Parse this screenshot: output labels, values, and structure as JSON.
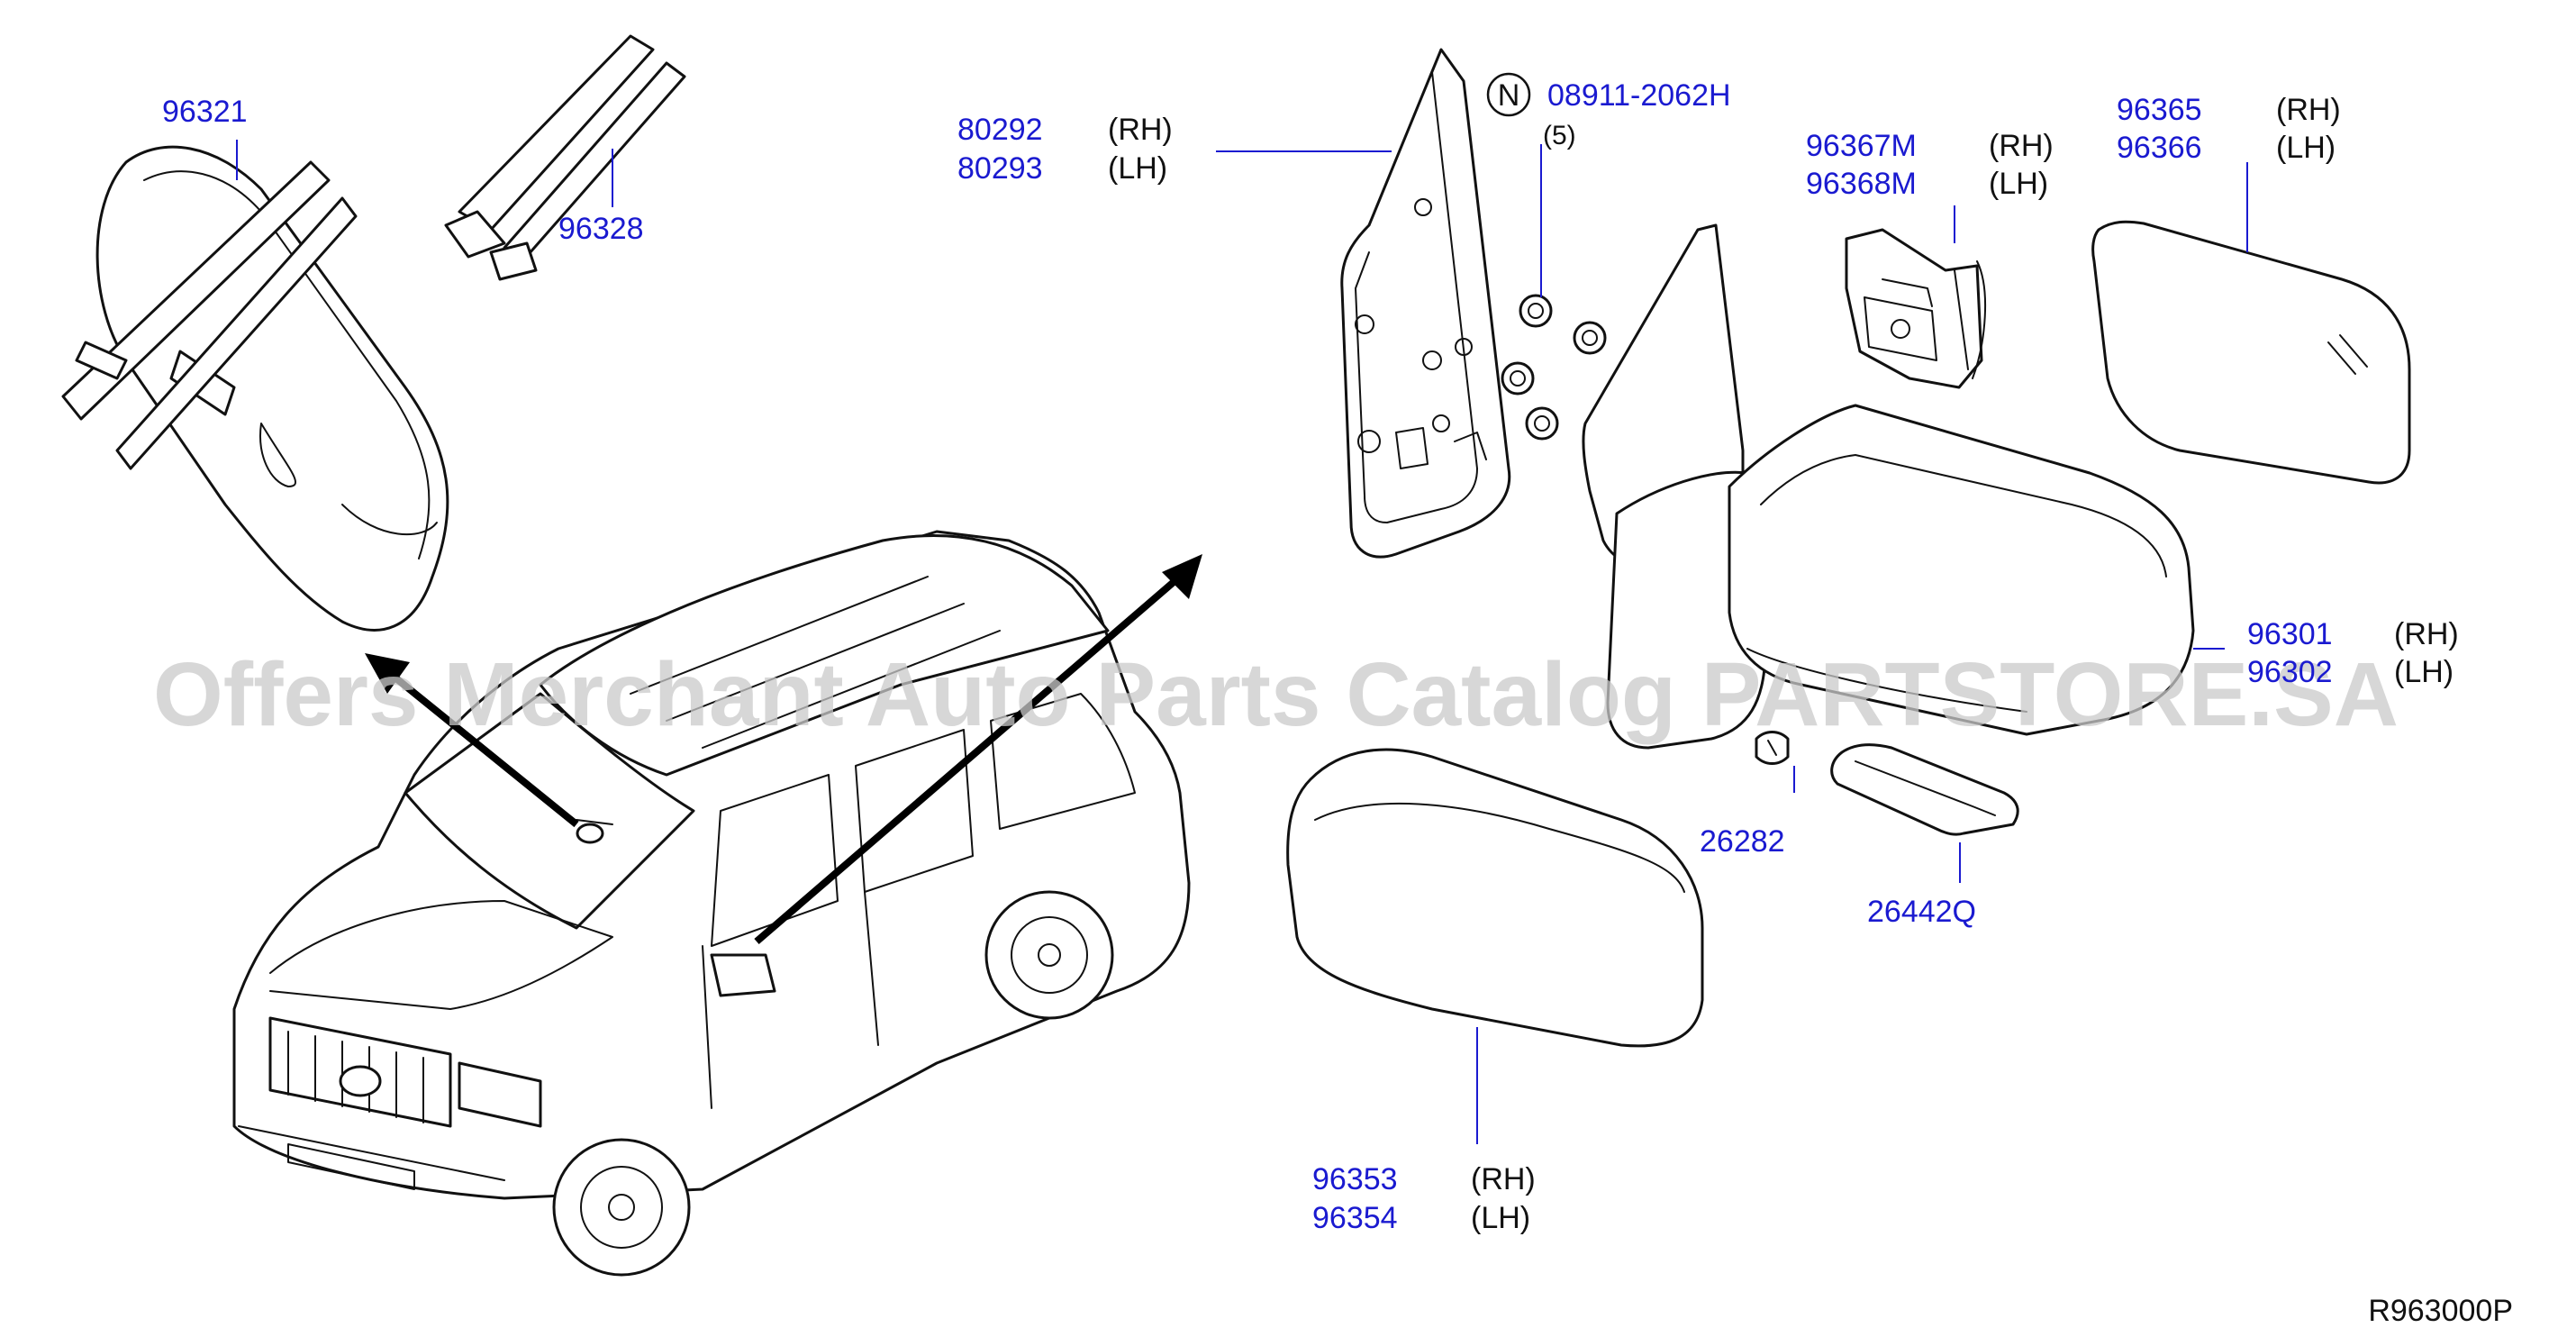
{
  "diagram": {
    "reference_code": "R963000P",
    "watermark": "Offers Merchant Auto Parts Catalog PARTSTORE.SA",
    "colors": {
      "part_number": "#1a1ad0",
      "line": "#111111",
      "watermark": "#c9c9c9"
    },
    "callouts": {
      "inside_mirror": {
        "number": "96321"
      },
      "mirror_bracket": {
        "number": "96328"
      },
      "base_plate": {
        "number_rh": "80292",
        "side_rh": "(RH)",
        "number_lh": "80293",
        "side_lh": "(LH)"
      },
      "nut": {
        "symbol": "N",
        "number": "08911-2062H",
        "quantity": "(5)"
      },
      "actuator": {
        "number_rh": "96367M",
        "side_rh": "(RH)",
        "number_lh": "96368M",
        "side_lh": "(LH)"
      },
      "glass": {
        "number_rh": "96365",
        "side_rh": "(RH)",
        "number_lh": "96366",
        "side_lh": "(LH)"
      },
      "door_mirror": {
        "number_rh": "96301",
        "side_rh": "(RH)",
        "number_lh": "96302",
        "side_lh": "(LH)"
      },
      "bulb": {
        "number": "26282"
      },
      "turn_lamp": {
        "number": "26442Q"
      },
      "cover": {
        "number_rh": "96353",
        "side_rh": "(RH)",
        "number_lh": "96354",
        "side_lh": "(LH)"
      }
    }
  }
}
